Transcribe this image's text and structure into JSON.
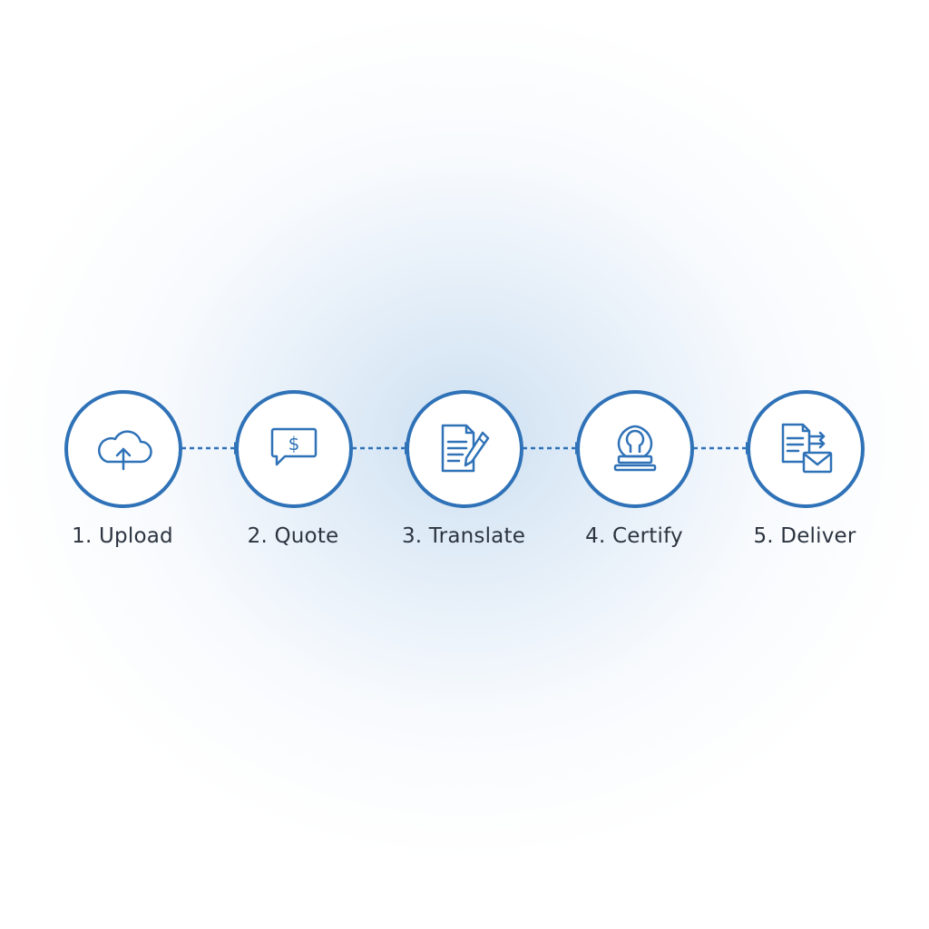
{
  "colors": {
    "accent": "#2f72b7",
    "label_text": "#2c3440",
    "background_glow": "#d6e5f4"
  },
  "steps": [
    {
      "label": "1. Upload",
      "icon": "cloud-upload-icon"
    },
    {
      "label": "2. Quote",
      "icon": "speech-bubble-dollar-icon"
    },
    {
      "label": "3. Translate",
      "icon": "document-pen-icon"
    },
    {
      "label": "4. Certify",
      "icon": "stamp-seal-icon"
    },
    {
      "label": "5. Deliver",
      "icon": "document-envelope-icon"
    }
  ]
}
